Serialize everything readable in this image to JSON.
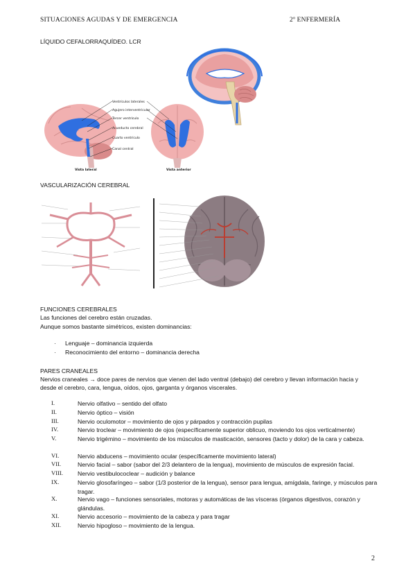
{
  "header": {
    "left": "SITUACIONES AGUDAS Y DE EMERGENCIA",
    "right": "2º ENFERMERÍA"
  },
  "csf": {
    "title": "LÍQUIDO CEFALORRAQUÍDEO. LCR",
    "labels": [
      "Ventrículos laterales",
      "Agujero interventricular",
      "Tercer ventrículo",
      "Acueducto cerebral",
      "Cuarto ventrículo",
      "Canal central"
    ],
    "view_lateral": "Vista lateral",
    "view_anterior": "Vista anterior"
  },
  "vasc": {
    "title": "VASCULARIZACIÓN CEREBRAL"
  },
  "functions": {
    "title": "FUNCIONES CEREBRALES",
    "line1": "Las funciones del cerebro están cruzadas.",
    "line2": "Aunque somos bastante simétricos, existen dominancias:",
    "bullets": [
      "Lenguaje – dominancia izquierda",
      "Reconocimiento del entorno – dominancia derecha"
    ]
  },
  "nerves": {
    "title": "PARES CRANEALES",
    "intro1": "Nervios craneales → doce pares de nervios que vienen del lado ventral (debajo) del cerebro y llevan información hacia y",
    "intro2": "desde el cerebro, cara, lengua, oídos, ojos, garganta y órganos viscerales.",
    "items": [
      {
        "num": "I.",
        "text": "Nervio olfativo – sentido del olfato"
      },
      {
        "num": "II.",
        "text": "Nervio óptico – visión"
      },
      {
        "num": "III.",
        "text": "Nervio oculomotor – movimiento de ojos y párpados y contracción pupilas"
      },
      {
        "num": "IV.",
        "text": "Nervio troclear – movimiento de ojos (específicamente superior oblicuo, moviendo los ojos verticalmente)"
      },
      {
        "num": "V.",
        "text": "Nervio trigémino – movimiento de los músculos de masticación, sensores (tacto y dolor) de la cara y cabeza."
      },
      {
        "num": "VI.",
        "text": "Nervio abducens – movimiento ocular (específicamente movimiento lateral)"
      },
      {
        "num": "VII.",
        "text": "Nervio facial – sabor (sabor del 2/3 delantero de la lengua), movimiento de músculos de expresión facial."
      },
      {
        "num": "VIII.",
        "text": "Nervio vestibulococlear – audición y balance"
      },
      {
        "num": "IX.",
        "text": "Nervio glosofaríngeo – sabor (1/3 posterior de la lengua), sensor para lengua, amígdala, faringe, y músculos para tragar."
      },
      {
        "num": "X.",
        "text": "Nervio vago – funciones sensoriales, motoras y automáticas de las vísceras (órganos digestivos, corazón y glándulas."
      },
      {
        "num": "XI.",
        "text": "Nervio accesorio – movimiento de la cabeza y para tragar"
      },
      {
        "num": "XII.",
        "text": "Nervio hipogloso – movimiento de la lengua."
      }
    ]
  },
  "page_number": "2",
  "colors": {
    "brain": "#f1b0b0",
    "ventricle": "#2f6fe0",
    "cerebellum": "#d98a8a",
    "brain_dark": "#8c7c82"
  }
}
